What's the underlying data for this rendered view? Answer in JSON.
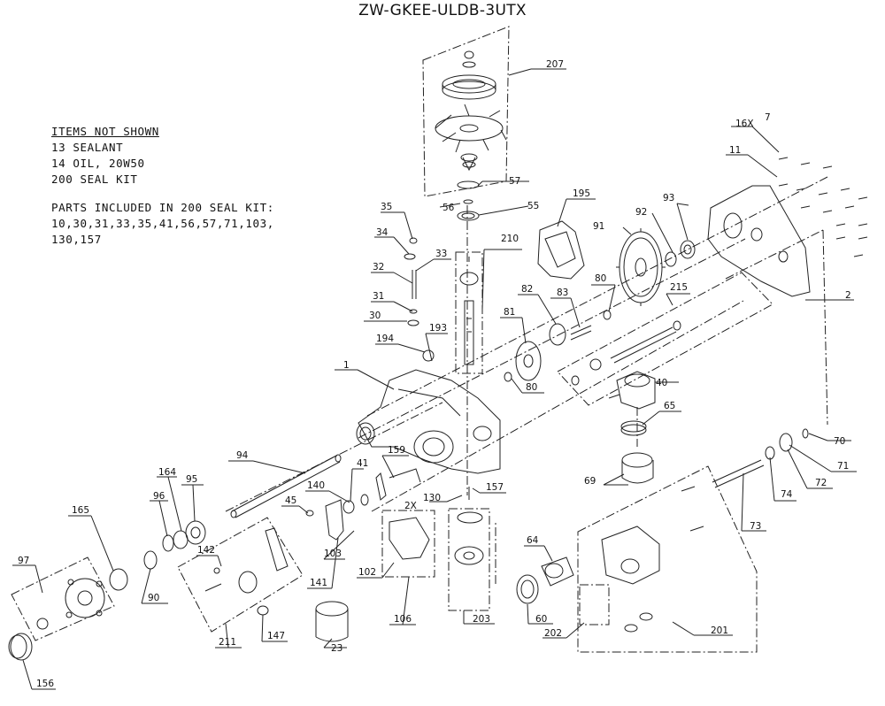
{
  "title": "ZW-GKEE-ULDB-3UTX",
  "notes": {
    "heading": "ITEMS NOT SHOWN",
    "lines": [
      "13 SEALANT",
      "14 OIL, 20W50",
      "200 SEAL KIT"
    ],
    "kit_heading": "PARTS INCLUDED IN 200 SEAL KIT:",
    "kit_lines": [
      "10,30,31,33,35,41,56,57,71,103,",
      "130,157"
    ]
  },
  "callouts": [
    {
      "id": "c207",
      "label": "207"
    },
    {
      "id": "c57",
      "label": "57"
    },
    {
      "id": "c56",
      "label": "56"
    },
    {
      "id": "c55",
      "label": "55"
    },
    {
      "id": "c195",
      "label": "195"
    },
    {
      "id": "c93",
      "label": "93"
    },
    {
      "id": "c92",
      "label": "92"
    },
    {
      "id": "c91",
      "label": "91"
    },
    {
      "id": "c16x",
      "label": "16X"
    },
    {
      "id": "c7",
      "label": "7"
    },
    {
      "id": "c11",
      "label": "11"
    },
    {
      "id": "c2",
      "label": "2"
    },
    {
      "id": "c35",
      "label": "35"
    },
    {
      "id": "c34",
      "label": "34"
    },
    {
      "id": "c33",
      "label": "33"
    },
    {
      "id": "c32",
      "label": "32"
    },
    {
      "id": "c31",
      "label": "31"
    },
    {
      "id": "c30",
      "label": "30"
    },
    {
      "id": "c210",
      "label": "210"
    },
    {
      "id": "c82",
      "label": "82"
    },
    {
      "id": "c83",
      "label": "83"
    },
    {
      "id": "c80a",
      "label": "80"
    },
    {
      "id": "c215",
      "label": "215"
    },
    {
      "id": "c81",
      "label": "81"
    },
    {
      "id": "c194",
      "label": "194"
    },
    {
      "id": "c193",
      "label": "193"
    },
    {
      "id": "c1",
      "label": "1"
    },
    {
      "id": "c80b",
      "label": "80"
    },
    {
      "id": "c40",
      "label": "40"
    },
    {
      "id": "c65",
      "label": "65"
    },
    {
      "id": "c70",
      "label": "70"
    },
    {
      "id": "c71",
      "label": "71"
    },
    {
      "id": "c72",
      "label": "72"
    },
    {
      "id": "c74",
      "label": "74"
    },
    {
      "id": "c73",
      "label": "73"
    },
    {
      "id": "c69",
      "label": "69"
    },
    {
      "id": "c94",
      "label": "94"
    },
    {
      "id": "c159",
      "label": "159"
    },
    {
      "id": "c41",
      "label": "41"
    },
    {
      "id": "c140",
      "label": "140"
    },
    {
      "id": "c45",
      "label": "45"
    },
    {
      "id": "c130",
      "label": "130"
    },
    {
      "id": "c2x",
      "label": "2X"
    },
    {
      "id": "c157",
      "label": "157"
    },
    {
      "id": "c164",
      "label": "164"
    },
    {
      "id": "c95",
      "label": "95"
    },
    {
      "id": "c96",
      "label": "96"
    },
    {
      "id": "c165",
      "label": "165"
    },
    {
      "id": "c97",
      "label": "97"
    },
    {
      "id": "c90",
      "label": "90"
    },
    {
      "id": "c142",
      "label": "142"
    },
    {
      "id": "c103",
      "label": "103"
    },
    {
      "id": "c141",
      "label": "141"
    },
    {
      "id": "c102",
      "label": "102"
    },
    {
      "id": "c106",
      "label": "106"
    },
    {
      "id": "c203",
      "label": "203"
    },
    {
      "id": "c64",
      "label": "64"
    },
    {
      "id": "c60",
      "label": "60"
    },
    {
      "id": "c202",
      "label": "202"
    },
    {
      "id": "c201",
      "label": "201"
    },
    {
      "id": "c211",
      "label": "211"
    },
    {
      "id": "c147",
      "label": "147"
    },
    {
      "id": "c23",
      "label": "23"
    },
    {
      "id": "c156",
      "label": "156"
    }
  ]
}
